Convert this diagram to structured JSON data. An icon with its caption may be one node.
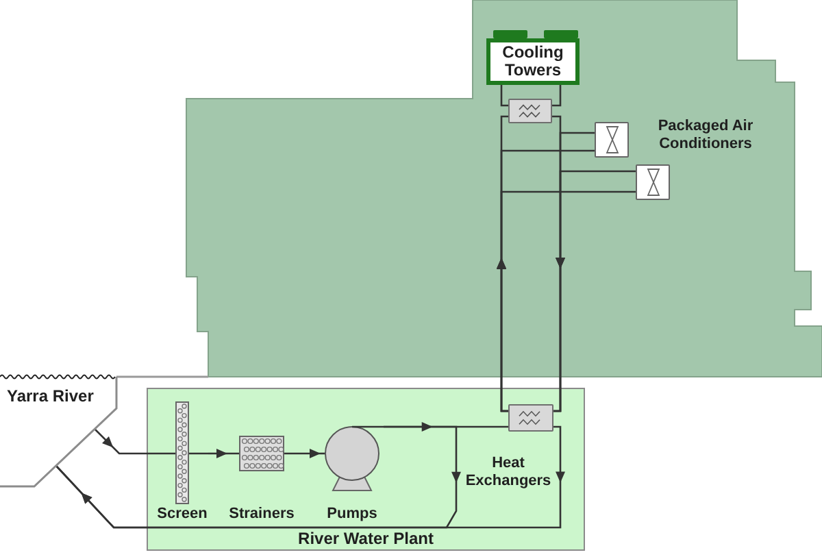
{
  "diagram": {
    "nodes": [
      {
        "text": [
          "Cooling Towers"
        ]
      },
      {
        "text": [],
        "shape": "box"
      },
      {
        "text": [],
        "shape": "box"
      },
      {
        "text": [],
        "shape": "box"
      },
      {
        "text": [
          "Yarra River"
        ]
      },
      {
        "text": [
          "River Water Plant"
        ]
      },
      {
        "text": [
          "Screen"
        ],
        "in": 5
      },
      {
        "text": [
          "Strainers"
        ],
        "in": 5
      },
      {
        "text": [
          "Pumps"
        ],
        "in": 5
      },
      {
        "text": [],
        "shape": "box",
        "in": 5
      }
    ],
    "edges": [
      {
        "from": 4,
        "to": 6,
        "arrow": "to"
      },
      {
        "from": 6,
        "to": 7,
        "arrow": "to"
      },
      {
        "from": 7,
        "to": 8,
        "arrow": "to"
      },
      {
        "from": 8,
        "to": 9,
        "arrow": "to"
      },
      {
        "from": 8,
        "to": 4,
        "arrow": "to"
      },
      {
        "from": 9,
        "to": 4,
        "arrow": "to"
      },
      {
        "from": 9,
        "to": 1,
        "arrow": "to"
      },
      {
        "from": 9,
        "to": 2,
        "arrow": "to"
      },
      {
        "from": 9,
        "to": 3,
        "arrow": "to"
      },
      {
        "from": 1,
        "to": 9,
        "arrow": "to"
      },
      {
        "from": 2,
        "to": 9,
        "arrow": "to"
      },
      {
        "from": 3,
        "to": 9,
        "arrow": "to"
      },
      {
        "from": 0,
        "to": 1,
        "arrow": "none"
      },
      {
        "from": 0,
        "to": 1,
        "arrow": "none"
      }
    ],
    "labels": [
      "Packaged Air Conditioners",
      "Heat Exchangers"
    ]
  }
}
